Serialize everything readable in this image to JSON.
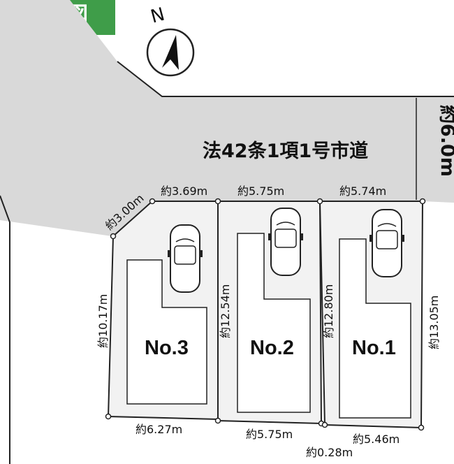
{
  "title": "配置図",
  "north_label": "N",
  "road": {
    "label": "法42条1項1号市道",
    "width": "約6.0m"
  },
  "lots": [
    {
      "name": "No.1",
      "front": "約5.74m",
      "left_side": "約12.80m",
      "right_side": "約13.05m",
      "rear": "約5.46m"
    },
    {
      "name": "No.2",
      "front": "約5.75m",
      "left_side": "約12.54m",
      "rear": "約5.75m"
    },
    {
      "name": "No.3",
      "front": "約3.69m",
      "corner_cut": "約3.00m",
      "left_side": "約10.17m",
      "rear": "約6.27m"
    }
  ],
  "offset_label": "約0.28m",
  "colors": {
    "badge": "#3f9d49",
    "accent": "#e7893a",
    "road": "#d9d9d9",
    "lot": "#f2f2f2"
  }
}
